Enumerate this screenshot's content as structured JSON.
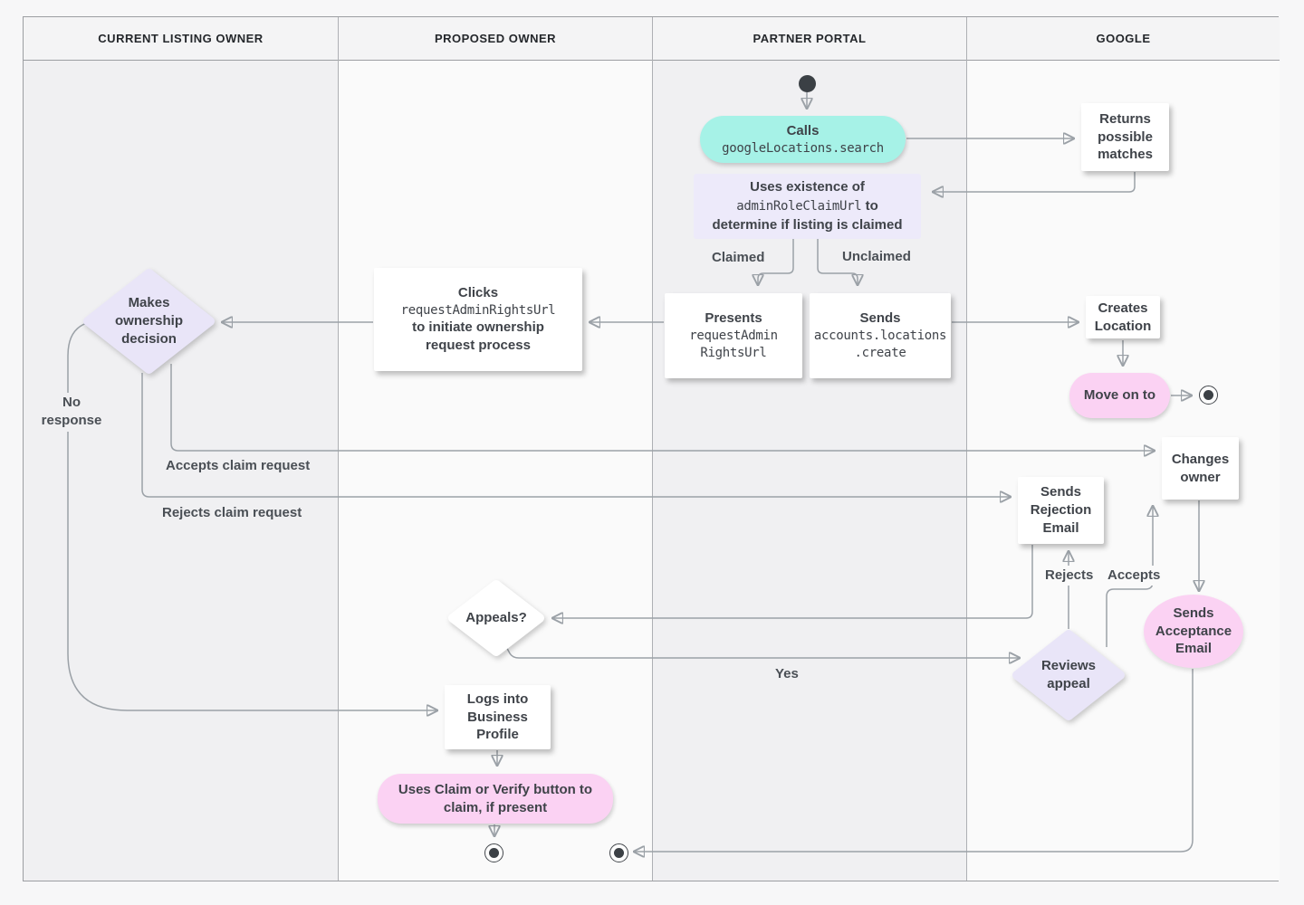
{
  "lanes": [
    {
      "title": "CURRENT LISTING OWNER"
    },
    {
      "title": "PROPOSED OWNER"
    },
    {
      "title": "PARTNER PORTAL"
    },
    {
      "title": "GOOGLE"
    }
  ],
  "nodes": {
    "calls": {
      "title": "Calls",
      "code": "googleLocations.search"
    },
    "returns": {
      "label": "Returns possible matches"
    },
    "uses": {
      "line1": "Uses existence of",
      "code": "adminRoleClaimUrl",
      "line2_suffix": " to",
      "line3": "determine if listing is claimed"
    },
    "presents": {
      "title": "Presents",
      "code1": "requestAdmin",
      "code2": "RightsUrl"
    },
    "sends_create": {
      "title": "Sends",
      "code1": "accounts.locations",
      "code2": ".create"
    },
    "creates_location": {
      "label": "Creates Location"
    },
    "move_on": {
      "label": "Move on to"
    },
    "clicks": {
      "title": "Clicks",
      "code": "requestAdminRightsUrl",
      "rest": "to initiate ownership request process"
    },
    "makes_decision": {
      "label": "Makes ownership decision"
    },
    "changes_owner": {
      "label": "Changes owner"
    },
    "sends_rejection": {
      "label": "Sends Rejection Email"
    },
    "sends_acceptance": {
      "label": "Sends Acceptance Email"
    },
    "appeals": {
      "label": "Appeals?"
    },
    "reviews_appeal": {
      "label": "Reviews appeal"
    },
    "logs_in": {
      "label": "Logs into Business Profile"
    },
    "uses_claim": {
      "label": "Uses Claim or Verify button to claim, if present"
    }
  },
  "edge_labels": {
    "claimed": "Claimed",
    "unclaimed": "Unclaimed",
    "no_response": "No response",
    "accepts_claim": "Accepts claim request",
    "rejects_claim": "Rejects claim request",
    "rejects": "Rejects",
    "accepts": "Accepts",
    "yes": "Yes"
  },
  "colors": {
    "teal_action": "#a6f2e7",
    "pink_action": "#fbd2f3",
    "lavender_note": "#edeafa",
    "lavender_decision": "#e9e5f8",
    "connector": "#9ba1a7",
    "lane_gray": "#f0f0f2",
    "lane_light": "#fafafa"
  }
}
